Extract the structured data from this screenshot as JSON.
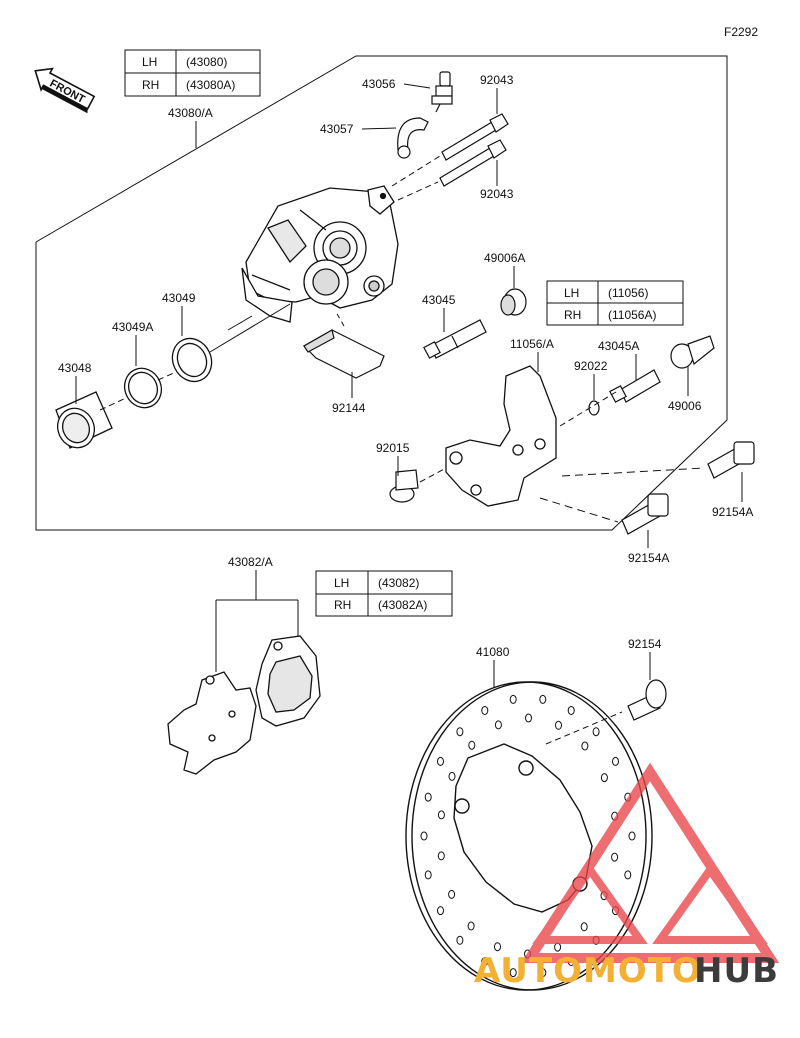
{
  "figure_code": "F2292",
  "front_label": "FRONT",
  "tables": {
    "caliper": {
      "rows": [
        {
          "side": "LH",
          "part": "(43080)"
        },
        {
          "side": "RH",
          "part": "(43080A)"
        }
      ]
    },
    "bracket": {
      "rows": [
        {
          "side": "LH",
          "part": "(11056)"
        },
        {
          "side": "RH",
          "part": "(11056A)"
        }
      ]
    },
    "pads": {
      "rows": [
        {
          "side": "LH",
          "part": "(43082)"
        },
        {
          "side": "RH",
          "part": "(43082A)"
        }
      ]
    }
  },
  "parts": {
    "caliper_assy": "43080/A",
    "bleeder_valve": "43056",
    "bleeder_cap": "43057",
    "pin_bolt_top": "92043",
    "pin_bolt_bottom": "92043",
    "seal_dust": "43049",
    "seal_piston": "43049A",
    "piston": "43048",
    "spring": "92144",
    "boot_top": "49006A",
    "slide_pin": "43045",
    "bracket": "11056/A",
    "circlip": "92022",
    "slide_pin_a": "43045A",
    "boot": "49006",
    "sleeve": "92015",
    "bolt_right": "92154A",
    "bolt_bottom": "92154A",
    "pads_assy": "43082/A",
    "disc": "41080",
    "disc_bolt": "92154"
  },
  "watermark": {
    "part1": "AUTOMOTO",
    "part2": "HUB",
    "color_triangle": "#e8454a",
    "color_text": "#f2b135",
    "color_hub": "#3c3c3c"
  }
}
